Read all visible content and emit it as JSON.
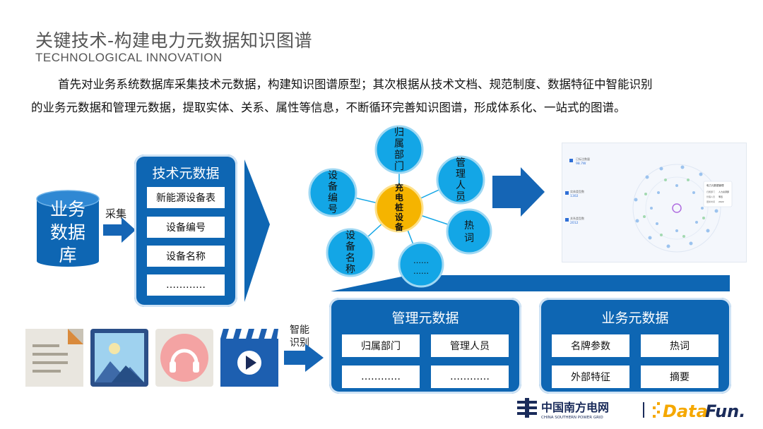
{
  "header": {
    "title": "关键技术-构建电力元数据知识图谱",
    "subtitle": "TECHNOLOGICAL INNOVATION",
    "paragraph_line1": "首先对业务系统数据库采集技术元数据，构建知识图谱原型；其次根据从技术文档、规范制度、数据特征中智能识别",
    "paragraph_line2": "的业务元数据和管理元数据，提取实体、关系、属性等信息，不断循环完善知识图谱，形成体系化、一站式的图谱。"
  },
  "database": {
    "line1": "业务",
    "line2": "数据",
    "line3": "库",
    "collect_label": "采集"
  },
  "tech_panel": {
    "title": "技术元数据",
    "items": [
      "新能源设备表",
      "设备编号",
      "设备名称",
      "…………"
    ]
  },
  "graph": {
    "center": [
      "充",
      "电",
      "桩",
      "设",
      "备"
    ],
    "nodes": [
      {
        "id": "dept",
        "chars": [
          "归",
          "属",
          "部",
          "门"
        ]
      },
      {
        "id": "manager",
        "chars": [
          "管",
          "理",
          "人",
          "员"
        ]
      },
      {
        "id": "hotword",
        "chars": [
          "热",
          "词"
        ]
      },
      {
        "id": "more",
        "chars": [
          "……",
          "……"
        ]
      },
      {
        "id": "name",
        "chars": [
          "设",
          "备",
          "名",
          "称"
        ]
      },
      {
        "id": "code",
        "chars": [
          "设",
          "备",
          "编",
          "号"
        ]
      }
    ],
    "colors": {
      "center": "#f5b400",
      "node": "#13a6e6",
      "node_border": "#9fd8f3"
    }
  },
  "recognize_label": {
    "line1": "智能",
    "line2": "识别"
  },
  "mgmt_panel": {
    "title": "管理元数据",
    "items": [
      "归属部门",
      "管理人员",
      "…………",
      "…………"
    ]
  },
  "biz_panel": {
    "title": "业务元数据",
    "items": [
      "名牌参数",
      "热词",
      "外部特征",
      "摘要"
    ]
  },
  "file_icons": [
    "document-icon",
    "image-icon",
    "audio-icon",
    "video-icon"
  ],
  "screenshot": {
    "stat1_label": "已标注数量",
    "stat1_value": "98.7W",
    "stat2_label": "实体类型数",
    "stat2_value": "1302",
    "stat3_label": "关系类型数",
    "stat3_value": "2012",
    "popup_title": "电力元数据管理",
    "popup_rows": [
      {
        "label": "归属部门",
        "value": "人力资源部"
      },
      {
        "label": "管理人员",
        "value": "李四"
      },
      {
        "label": "更新时间",
        "value": "2022"
      }
    ]
  },
  "logos": {
    "csg_cn": "中国南方电网",
    "csg_en": "CHINA SOUTHERN POWER GRID",
    "datafun_prefix": "Data",
    "datafun_suffix": "Fun."
  },
  "colors": {
    "primary": "#0e66b3",
    "arrow": "#1565b5",
    "text_gray": "#555555",
    "datafun": "#f5a800"
  }
}
